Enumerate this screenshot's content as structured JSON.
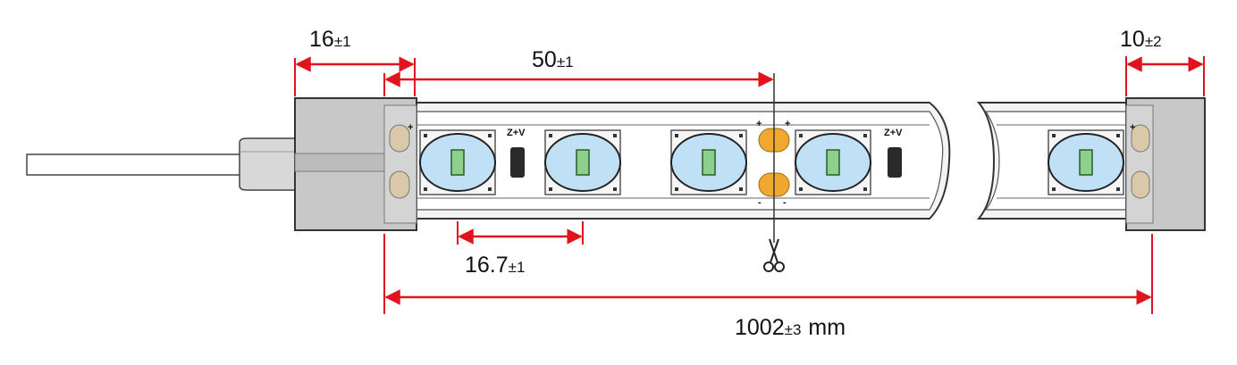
{
  "diagram": {
    "dimensions": {
      "end_cap_left": {
        "value": "16",
        "tolerance": "±1"
      },
      "segment_pitch": {
        "value": "50",
        "tolerance": "±1"
      },
      "end_cap_right": {
        "value": "10",
        "tolerance": "±2"
      },
      "led_pitch": {
        "value": "16.7",
        "tolerance": "±1"
      },
      "total_length": {
        "value": "1002",
        "tolerance": "±3",
        "unit": "mm"
      }
    },
    "component_labels": {
      "zener": "Z+V",
      "plus": "+",
      "minus": "-"
    },
    "colors": {
      "dimension": "#e0141e",
      "led_lens": "#bfe0f5",
      "led_chip": "#8cd08c",
      "solder_pad": "#f0a830",
      "end_cap": "#c8c8c8"
    },
    "icons": [
      "scissors-icon"
    ]
  }
}
